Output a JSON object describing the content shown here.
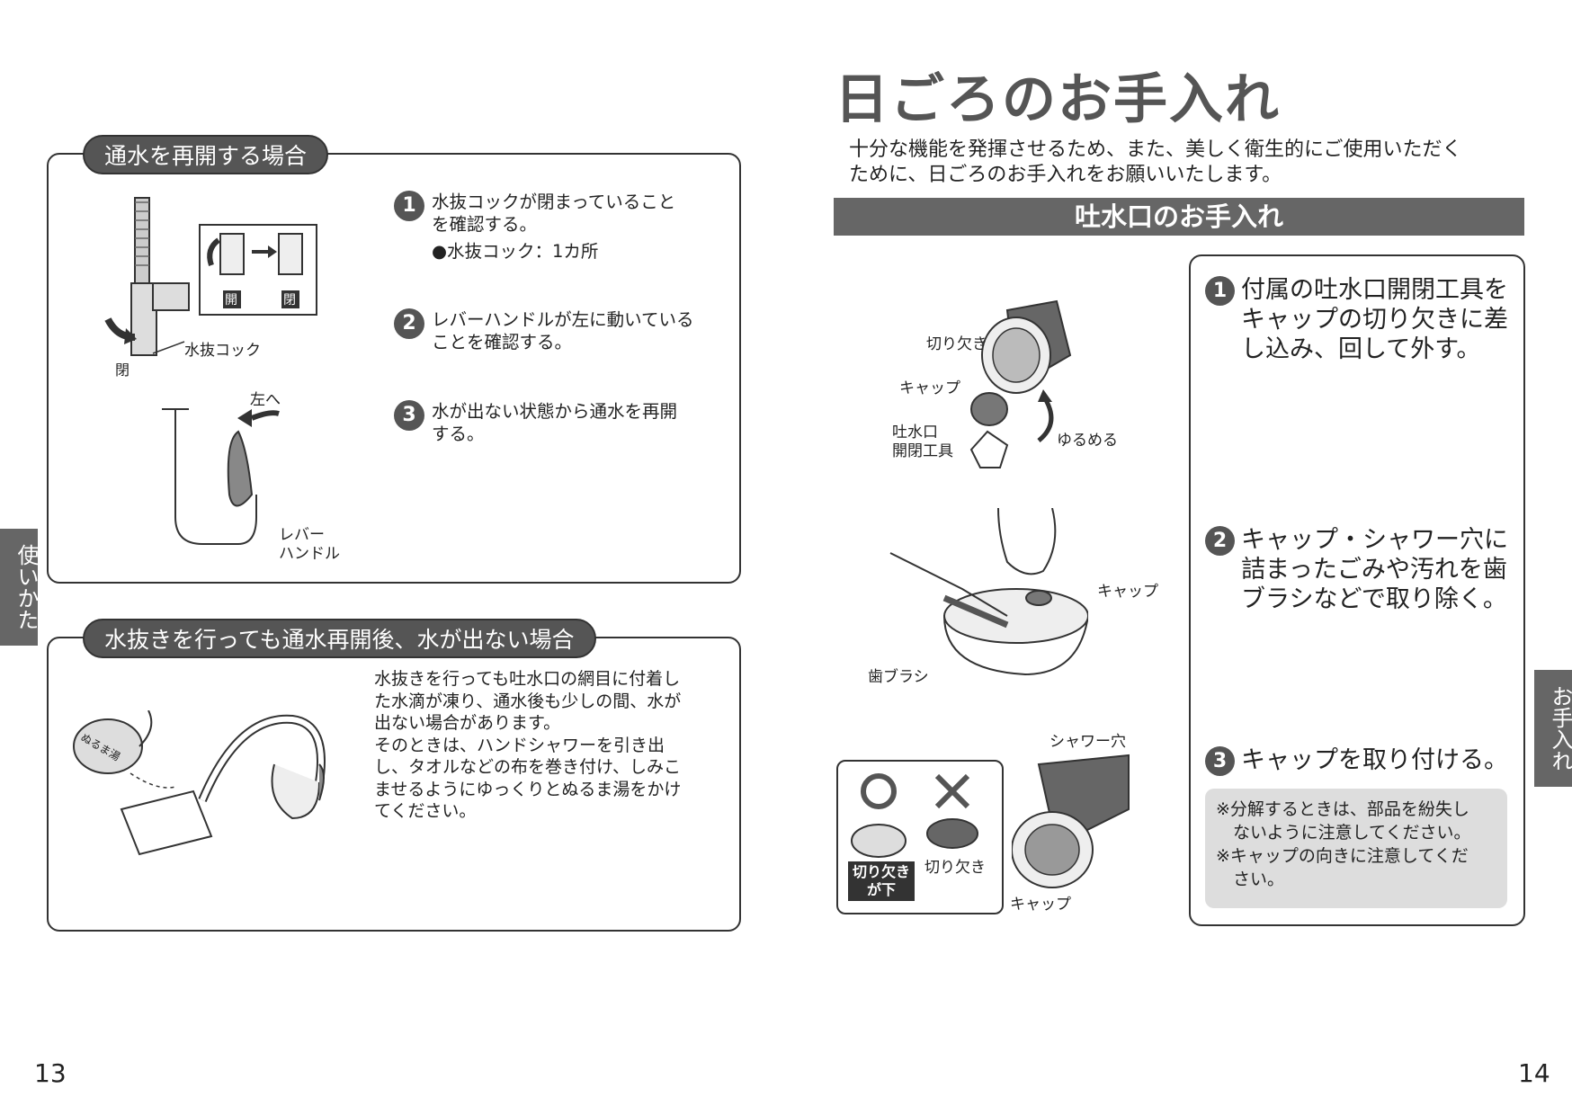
{
  "left": {
    "section1": {
      "title": "通水を再開する場合",
      "steps": [
        {
          "num": "1",
          "lines": [
            "水抜コックが閉まっていること",
            "を確認する。"
          ],
          "note": "●水抜コック：1カ所"
        },
        {
          "num": "2",
          "lines": [
            "レバーハンドルが左に動いている",
            "ことを確認する。"
          ]
        },
        {
          "num": "3",
          "lines": [
            "水が出ない状態から通水を再開",
            "する。"
          ]
        }
      ],
      "labels": {
        "open": "開",
        "closed": "閉",
        "closed_arrow": "閉",
        "drain_cock": "水抜コック",
        "to_left": "左へ",
        "lever1": "レバー",
        "lever2": "ハンドル"
      }
    },
    "section2": {
      "title": "水抜きを行っても通水再開後、水が出ない場合",
      "lines": [
        "水抜きを行っても吐水口の網目に付着し",
        "た水滴が凍り、通水後も少しの間、水が",
        "出ない場合があります。",
        "そのときは、ハンドシャワーを引き出",
        "し、タオルなどの布を巻き付け、しみこ",
        "ませるようにゆっくりとぬるま湯をかけ",
        "てください。"
      ],
      "kettle_label": "ぬるま湯"
    },
    "side_tab": "使いかた",
    "page_number": "13"
  },
  "right": {
    "title": "日ごろのお手入れ",
    "intro": [
      "十分な機能を発揮させるため、また、美しく衛生的にご使用いただく",
      "ために、日ごろのお手入れをお願いいたします。"
    ],
    "section_title": "吐水口のお手入れ",
    "steps": [
      {
        "num": "1",
        "lines": [
          "付属の吐水口開閉工具を",
          "キャップの切り欠きに差",
          "し込み、回して外す。"
        ]
      },
      {
        "num": "2",
        "lines": [
          "キャップ・シャワー穴に",
          "詰まったごみや汚れを歯",
          "ブラシなどで取り除く。"
        ]
      },
      {
        "num": "3",
        "lines": [
          "キャップを取り付ける。"
        ]
      }
    ],
    "notes": [
      "※分解するときは、部品を紛失し",
      "ないように注意してください。",
      "※キャップの向きに注意してくだ",
      "さい。"
    ],
    "labels": {
      "notch": "切り欠き",
      "cap": "キャップ",
      "tool1": "吐水口",
      "tool2": "開閉工具",
      "loosen": "ゆるめる",
      "cap2": "キャップ",
      "toothbrush": "歯ブラシ",
      "shower_hole": "シャワー穴",
      "notch2": "切り欠き",
      "notch_down1": "切り欠き",
      "notch_down2": "が下",
      "cap3": "キャップ"
    },
    "side_tab": "お手入れ",
    "page_number": "14"
  }
}
